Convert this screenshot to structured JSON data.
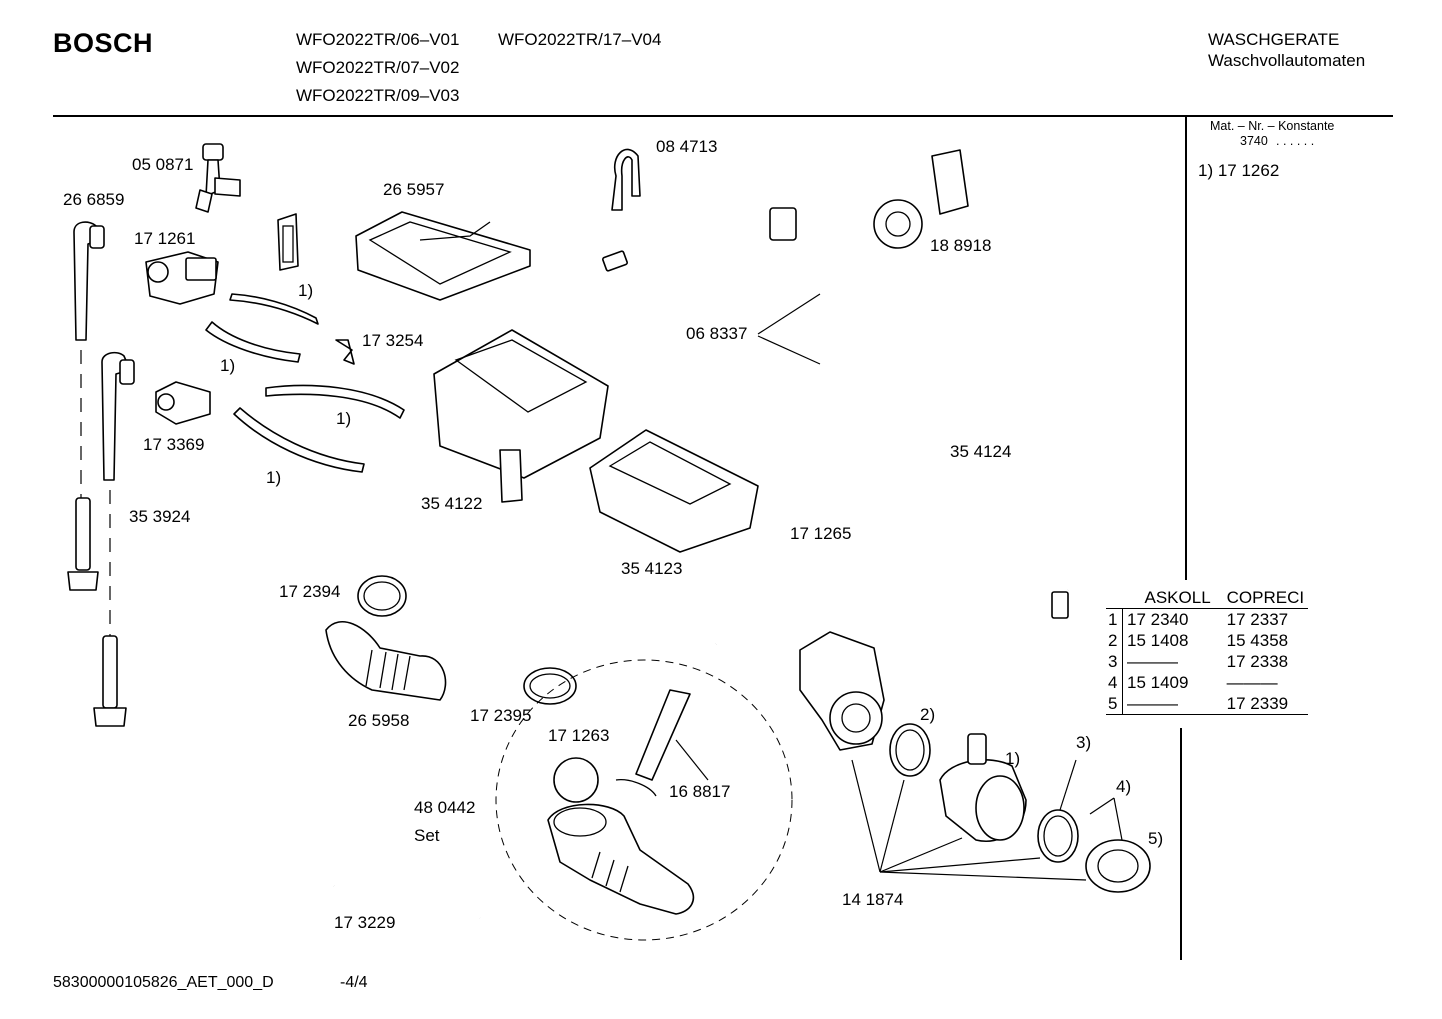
{
  "header": {
    "brand": "BOSCH",
    "models": [
      "WFO2022TR/06–V01",
      "WFO2022TR/17–V04",
      "WFO2022TR/07–V02",
      "WFO2022TR/09–V03"
    ],
    "category": "WASCHGERATE",
    "subcategory": "Waschvollautomaten"
  },
  "side_panel": {
    "mat_label": "Mat. – Nr. – Konstante",
    "mat_value": "3740",
    "mat_dots": ". . . . . .",
    "note": "1)  17 1262"
  },
  "parts": {
    "p050871": "05 0871",
    "p266859": "26 6859",
    "p171261": "17 1261",
    "p265957": "26 5957",
    "p084713": "08 4713",
    "p188918": "18 8918",
    "p173254": "17 3254",
    "p068337": "06 8337",
    "p173369": "17 3369",
    "p354124": "35 4124",
    "p353924": "35 3924",
    "p354122": "35 4122",
    "p171265": "17 1265",
    "p354123": "35 4123",
    "p172394": "17 2394",
    "p265958": "26 5958",
    "p172395": "17 2395",
    "p171263": "17 1263",
    "p168817": "16 8817",
    "p480442": "48 0442",
    "set": "Set",
    "p173229": "17 3229",
    "p141874": "14 1874"
  },
  "footnote_marks": {
    "one": "1)",
    "two": "2)",
    "three": "3)",
    "four": "4)",
    "five": "5)"
  },
  "supplier_table": {
    "headers": [
      "ASKOLL",
      "COPRECI"
    ],
    "rows": [
      {
        "idx": "1",
        "askoll": "17 2340",
        "copreci": "17 2337"
      },
      {
        "idx": "2",
        "askoll": "15 1408",
        "copreci": "15 4358"
      },
      {
        "idx": "3",
        "askoll": "———",
        "copreci": "17 2338"
      },
      {
        "idx": "4",
        "askoll": "15 1409",
        "copreci": "———"
      },
      {
        "idx": "5",
        "askoll": "———",
        "copreci": "17 2339"
      }
    ]
  },
  "footer": {
    "doc_id": "58300000105826_AET_000_D",
    "page": "-4/4"
  }
}
